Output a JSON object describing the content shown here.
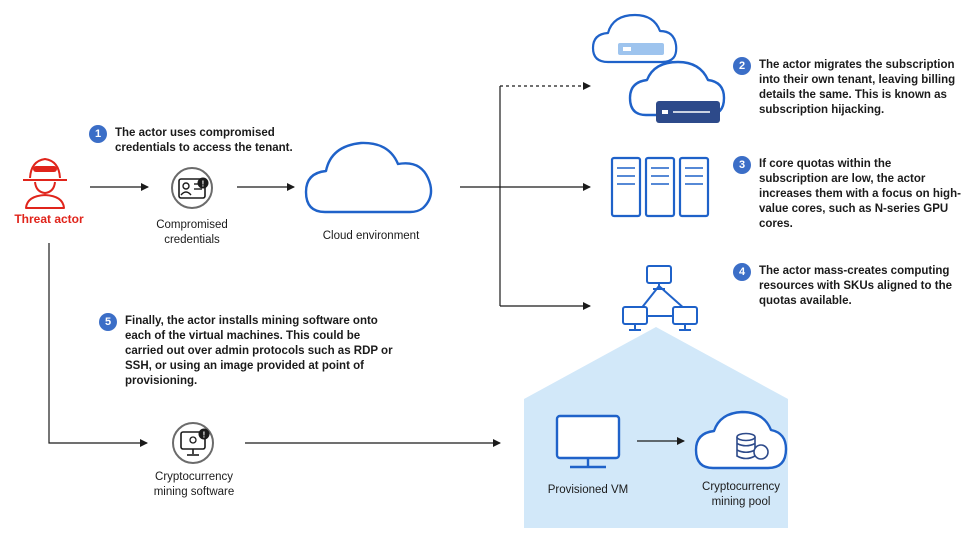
{
  "colors": {
    "accent_blue": "#3b6ec7",
    "icon_blue": "#1f62c9",
    "icon_light": "#dcebfb",
    "panel": "#d2e8f9",
    "threat_red": "#e0241b",
    "arrow": "#1b1b1b",
    "node_gray": "#6b6b6b"
  },
  "nodes": {
    "threat_actor": "Threat actor",
    "compromised_credentials": "Compromised credentials",
    "cloud_environment": "Cloud environment",
    "mining_software": "Cryptocurrency mining software",
    "provisioned_vm": "Provisioned VM",
    "mining_pool": "Cryptocurrency mining pool"
  },
  "steps": [
    {
      "number": "1",
      "text": "The actor uses compromised credentials to access the tenant."
    },
    {
      "number": "2",
      "text": "The actor migrates the subscription into their own tenant, leaving billing details the same. This is known as subscription hijacking."
    },
    {
      "number": "3",
      "text": "If core quotas within the subscription are low, the actor increases them with a focus on high-value cores, such as N-series GPU cores."
    },
    {
      "number": "4",
      "text": "The actor mass-creates computing resources with SKUs aligned to the quotas available."
    },
    {
      "number": "5",
      "text": "Finally, the actor installs mining software onto each of the virtual machines. This could be carried out over admin protocols such as RDP or SSH, or using an image provided at point of provisioning."
    }
  ],
  "icons": {
    "threat_actor": "hacker-icon",
    "credentials": "id-card-icon",
    "cloud": "cloud-icon",
    "migrated_tenant": "cloud-server-icon",
    "quotas": "server-rack-icon",
    "resources": "network-icon",
    "mining_software": "monitor-icon",
    "vm": "monitor-icon",
    "pool": "cloud-database-icon"
  }
}
